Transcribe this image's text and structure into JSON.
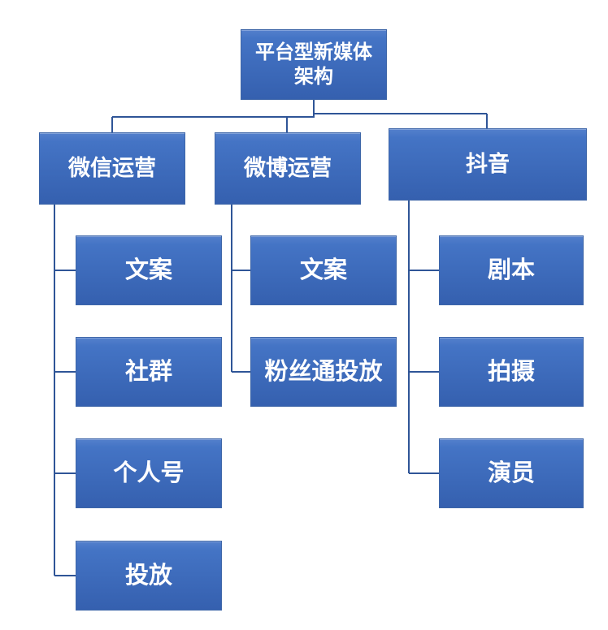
{
  "diagram": {
    "type": "org-chart",
    "title": "平台型新媒体架构",
    "colors": {
      "node_fill_top": "#5480cc",
      "node_fill_bottom": "#3560af",
      "node_border": "#3e66a8",
      "connector": "#2f5597",
      "text": "#ffffff",
      "background": "#ffffff"
    },
    "root": {
      "label": "平台型新媒体架构"
    },
    "branches": [
      {
        "label": "微信运营",
        "children": [
          {
            "label": "文案"
          },
          {
            "label": "社群"
          },
          {
            "label": "个人号"
          },
          {
            "label": "投放"
          }
        ]
      },
      {
        "label": "微博运营",
        "children": [
          {
            "label": "文案"
          },
          {
            "label": "粉丝通投放"
          }
        ]
      },
      {
        "label": "抖音",
        "children": [
          {
            "label": "剧本"
          },
          {
            "label": "拍摄"
          },
          {
            "label": "演员"
          }
        ]
      }
    ]
  }
}
